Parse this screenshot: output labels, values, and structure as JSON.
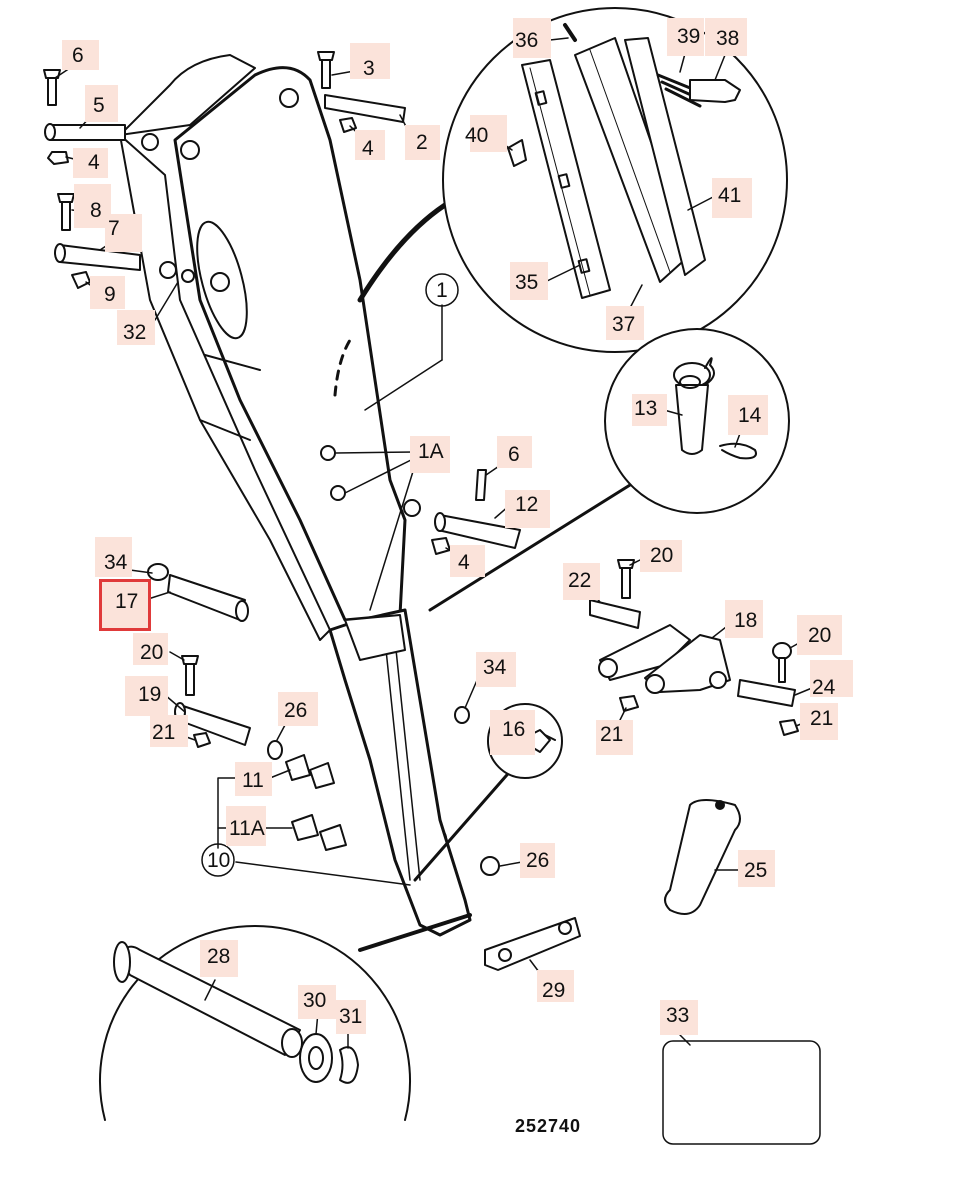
{
  "drawing_number": "252740",
  "selected_part": "17",
  "colors": {
    "callout_fill": "#fbe3da",
    "selection_border": "#e03a3a",
    "line": "#111111"
  },
  "callouts": {
    "c6a": "6",
    "c3": "3",
    "c5": "5",
    "c4a": "4",
    "c2": "2",
    "c4b": "4",
    "c8": "8",
    "c7": "7",
    "c9": "9",
    "c32": "32",
    "c36": "36",
    "c39": "39",
    "c38": "38",
    "c40": "40",
    "c41": "41",
    "c35": "35",
    "c37": "37",
    "c1": "1",
    "c1a": "1A",
    "c13": "13",
    "c14": "14",
    "c6b": "6",
    "c12": "12",
    "c4c": "4",
    "c34a": "34",
    "c17": "17",
    "c20a": "20",
    "c19": "19",
    "c26a": "26",
    "c21a": "21",
    "c11": "11",
    "c11a": "11A",
    "c10": "10",
    "c16": "16",
    "c34b": "34",
    "c22": "22",
    "c20b": "20",
    "c18": "18",
    "c20c": "20",
    "c24": "24",
    "c21b": "21",
    "c21c": "21",
    "c26b": "26",
    "c25": "25",
    "c28": "28",
    "c30": "30",
    "c31": "31",
    "c29": "29",
    "c33": "33"
  }
}
